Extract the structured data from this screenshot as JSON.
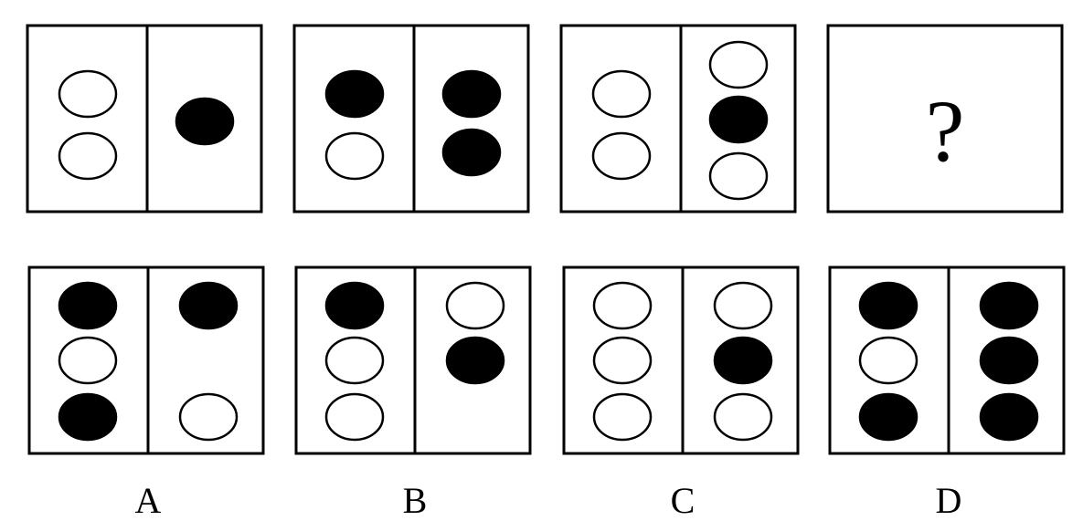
{
  "question_panels": [
    {
      "left": [
        "white",
        "white"
      ],
      "right": [
        "black"
      ],
      "right_layout": "center"
    },
    {
      "left": [
        "black",
        "white"
      ],
      "right": [
        "black",
        "black"
      ],
      "right_layout": "pair"
    },
    {
      "left": [
        "white",
        "white"
      ],
      "right": [
        "white",
        "black",
        "white"
      ],
      "right_layout": "triple"
    },
    {
      "question_mark": "?"
    }
  ],
  "options": [
    {
      "label": "A",
      "left": [
        "black",
        "white",
        "black"
      ],
      "right": [
        "black",
        null,
        "white"
      ]
    },
    {
      "label": "B",
      "left": [
        "black",
        "white",
        "white"
      ],
      "right": [
        "white",
        "black",
        null
      ]
    },
    {
      "label": "C",
      "left": [
        "white",
        "white",
        "white"
      ],
      "right": [
        "white",
        "black",
        "white"
      ]
    },
    {
      "label": "D",
      "left": [
        "black",
        "white",
        "black"
      ],
      "right": [
        "black",
        "black",
        "black"
      ]
    }
  ],
  "colors": {
    "fill_black": "#000000",
    "fill_white": "#ffffff",
    "stroke": "#000000"
  }
}
